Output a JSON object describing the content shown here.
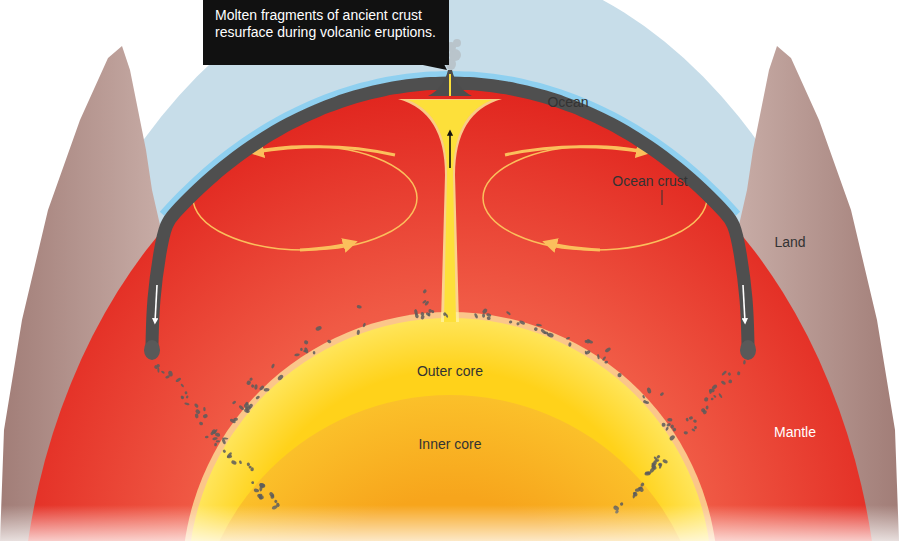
{
  "diagram": {
    "nodes": [
      {
        "text": [
          "Molten fragments of ancient crust resurface during volcanic eruptions."
        ]
      }
    ],
    "labels": [
      "Ocean",
      "Ocean crust",
      "Land",
      "Outer core",
      "Inner core",
      "Mantle"
    ]
  }
}
